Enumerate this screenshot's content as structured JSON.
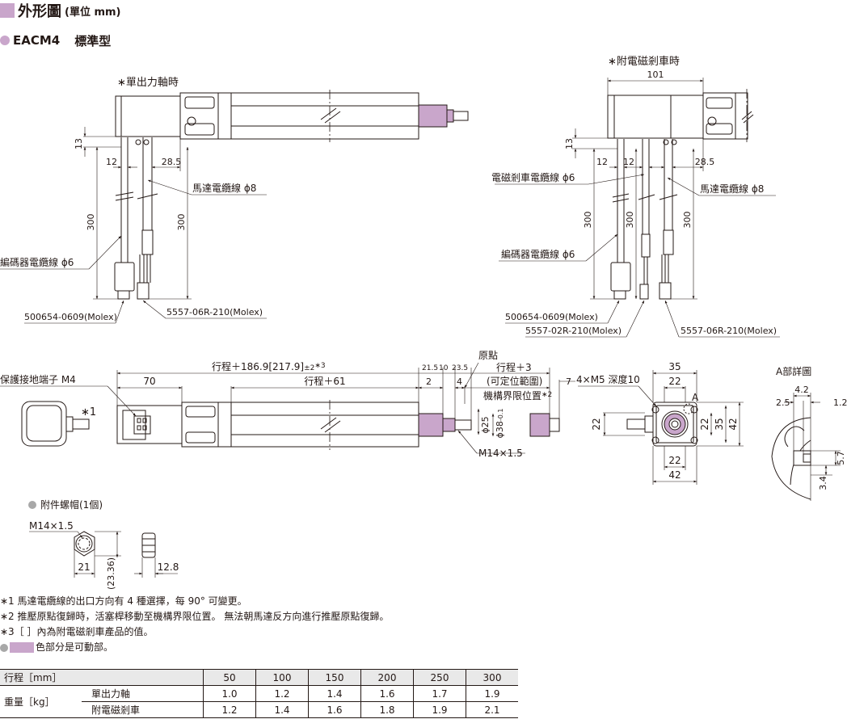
{
  "header": {
    "title": "外形圖",
    "unit_note": "(單位 mm)",
    "accent_color": "#c9a6cb"
  },
  "model": {
    "name": "EACM4",
    "type": "標準型"
  },
  "single_shaft": {
    "title": "∗單出力軸時",
    "dim_13": "13",
    "dim_12": "12",
    "dim_28_5": "28.5",
    "dim_300_a": "300",
    "dim_300_b": "300",
    "motor_cable": "馬達電纜線 ϕ8",
    "encoder_cable": "編碼器電纜線 ϕ6",
    "conn1": "500654-0609(Molex)",
    "conn2": "5557-06R-210(Molex)"
  },
  "brake": {
    "title": "∗附電磁剎車時",
    "dim_101": "101",
    "dim_13": "13",
    "dim_12a": "12",
    "dim_12b": "12",
    "dim_28_5": "28.5",
    "dim_300_a": "300",
    "dim_300_b": "300",
    "dim_300_c": "300",
    "brake_cable": "電磁剎車電纜線 ϕ6",
    "motor_cable": "馬達電纜線 ϕ8",
    "encoder_cable": "編碼器電纜線 ϕ6",
    "conn1": "500654-0609(Molex)",
    "conn2": "5557-02R-210(Molex)",
    "conn3": "5557-06R-210(Molex)"
  },
  "main_view": {
    "ground_terminal": "保護接地端子 M4",
    "note1_mark": "∗1",
    "dim_70": "70",
    "dim_total": "行程＋186.9[217.9]",
    "dim_total_tol": "±2",
    "dim_total_note": "∗3",
    "dim_stroke61": "行程＋61",
    "dim_21_5": "21.5",
    "dim_10": "10",
    "dim_23_5": "23.5",
    "origin": "原點",
    "dim_2": "2",
    "dim_4": "4",
    "dim_stroke3": "行程＋3",
    "movable_range": "(可定位範圍)",
    "mech_limit": "機構界限位置",
    "mech_limit_note": "∗2",
    "dim_7": "7",
    "dia25": "ϕ25",
    "dia38": "ϕ38",
    "dia38_tol": "-0.1",
    "thread": "M14×1.5"
  },
  "end_view": {
    "tapped": "4×M5 深度10",
    "dim_35_top": "35",
    "dim_22_top": "22",
    "dim_22_left": "22",
    "dim_22_r": "22",
    "dim_35_r": "35",
    "dim_42_r": "42",
    "dim_22_bottom": "22",
    "dim_42_bottom": "42",
    "detail_mark": "A"
  },
  "detail_a": {
    "title": "A部詳圖",
    "dim_4_2": "4.2",
    "dim_2_5": "2.5",
    "dim_1_2": "1.2",
    "dim_5_7": "5.7",
    "dim_3_4": "3.4"
  },
  "nut": {
    "title": "附件螺帽(1個)",
    "thread": "M14×1.5",
    "dim_21": "21",
    "dim_23_36": "(23.36)",
    "dim_12_8": "12.8"
  },
  "notes": {
    "n1": "∗1 馬達電纜線的出口方向有 4 種選擇，每 90° 可變更。",
    "n2": "∗2 推壓原點復歸時，活塞桿移動至機構界限位置。 無法朝馬達反方向進行推壓原點復歸。",
    "n3": "∗3［ ］內為附電磁剎車產品的值。",
    "n4": "色部分是可動部。"
  },
  "spec_table": {
    "header_label": "行程［mm］",
    "strokes": [
      "50",
      "100",
      "150",
      "200",
      "250",
      "300"
    ],
    "weight_label": "重量［kg］",
    "rows": [
      {
        "label": "單出力軸",
        "values": [
          "1.0",
          "1.2",
          "1.4",
          "1.6",
          "1.7",
          "1.9"
        ]
      },
      {
        "label": "附電磁剎車",
        "values": [
          "1.2",
          "1.4",
          "1.6",
          "1.8",
          "1.9",
          "2.1"
        ]
      }
    ]
  }
}
